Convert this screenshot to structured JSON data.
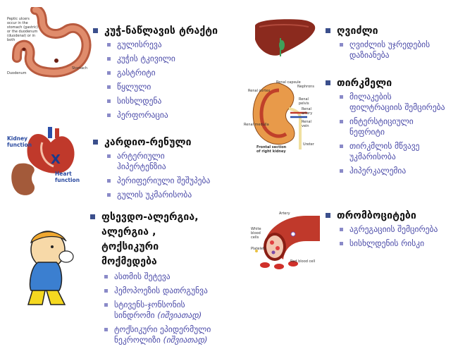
{
  "sections": [
    {
      "heading": "კუჭ-ნაწლავის ტრაქტი",
      "items": [
        "გულისრევა",
        "კუჭის ტკივილი",
        "გასტრიტი",
        "წყლული",
        "სისხლდენა",
        "პერფორაცია"
      ]
    },
    {
      "heading": "კარდიო-რენული",
      "items": [
        "არტერიული ჰიპერტენზია",
        "პერიფერიული შეშუპება",
        "გულის უკმარისობა"
      ]
    },
    {
      "heading": "ფსევდო-ალერგია, ალერგია , ტოქსიკური მოქმედება",
      "items": [
        {
          "text": "ასთმის შეტევა"
        },
        {
          "text": "ჰემოპოეზის დათრგუნვა"
        },
        {
          "text": "სტივენს-ჯონსონის სინდრომი ",
          "note": "(იშვიათად)"
        },
        {
          "text": "ტოქსიკური ეპიდერმული ნეკროლიზი ",
          "note": "(იშვიათად)"
        }
      ]
    },
    {
      "heading": "ღვიძლი",
      "items": [
        "ღვიძლის უჯრედების დაზიანება"
      ]
    },
    {
      "heading": "თირკმელი",
      "items": [
        "მილაკების ფილტრაციის შემცირება",
        "ინტერსტიციული ნეფრიტი",
        "თირკმლის მწვავე უკმარისობა",
        "ჰიპერკალემია"
      ]
    },
    {
      "heading": "თრომბოციტები",
      "items": [
        "აგრეგაციის შემცირება",
        "სისხლდენის რისკი"
      ]
    }
  ],
  "image_labels": {
    "stomach_caption": "Peptic ulcers occur in the stomach (gastric) or the duodenum (duodenal) or in both",
    "stomach_duodenum": "Duodenum",
    "stomach_stomach": "Stomach",
    "kidney_function": "Kidney function",
    "heart_function": "Heart function",
    "kidney_x": "X",
    "kidney_renal_cortex": "Renal cortex",
    "kidney_renal_capsule": "Renal capsule",
    "kidney_nephrons": "Nephrons",
    "kidney_renal_pelvis": "Renal pelvis",
    "kidney_renal_artery": "Renal artery",
    "kidney_renal_vein": "Renal vein",
    "kidney_renal_medulla": "Renal medulla",
    "kidney_ureter": "Ureter",
    "kidney_caption": "Frontal section of right kidney",
    "blood_artery": "Artery",
    "blood_wbc": "White blood cells",
    "blood_platelets": "Platelets",
    "blood_rbc": "Red blood cell"
  }
}
